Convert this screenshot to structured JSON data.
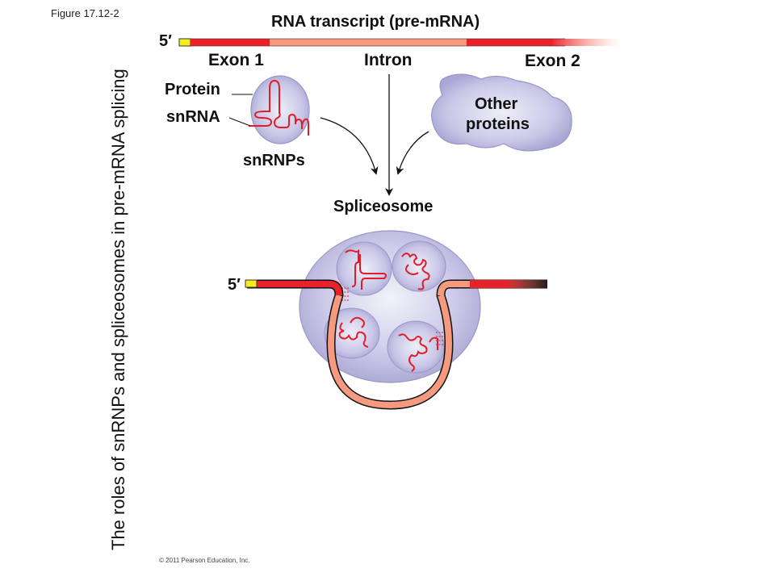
{
  "figure": {
    "number": "Figure 17.12-2",
    "side_title": "The roles of snRNPs and spliceosomes in pre-mRNA splicing",
    "copyright": "© 2011 Pearson Education, Inc."
  },
  "transcript": {
    "title": "RNA transcript (pre-mRNA)",
    "five_prime": "5′",
    "segments": [
      {
        "name": "Exon 1",
        "color": "#e8222b"
      },
      {
        "name": "Intron",
        "color": "#f59a7e"
      },
      {
        "name": "Exon 2",
        "color": "#e8222b"
      }
    ],
    "cap_color": "#f5ee1e"
  },
  "components": {
    "protein_label": "Protein",
    "snrna_label": "snRNA",
    "snrnps_label": "snRNPs",
    "other_proteins_label_line1": "Other",
    "other_proteins_label_line2": "proteins"
  },
  "spliceosome": {
    "label": "Spliceosome",
    "five_prime": "5′",
    "snrnp_count": 4
  },
  "colors": {
    "protein_fill": "#c7c5e6",
    "protein_edge": "#8f8cc0",
    "snrna": "#e01e2a",
    "exon": "#e8222b",
    "intron": "#f59a7e",
    "cap": "#f5ee1e"
  }
}
